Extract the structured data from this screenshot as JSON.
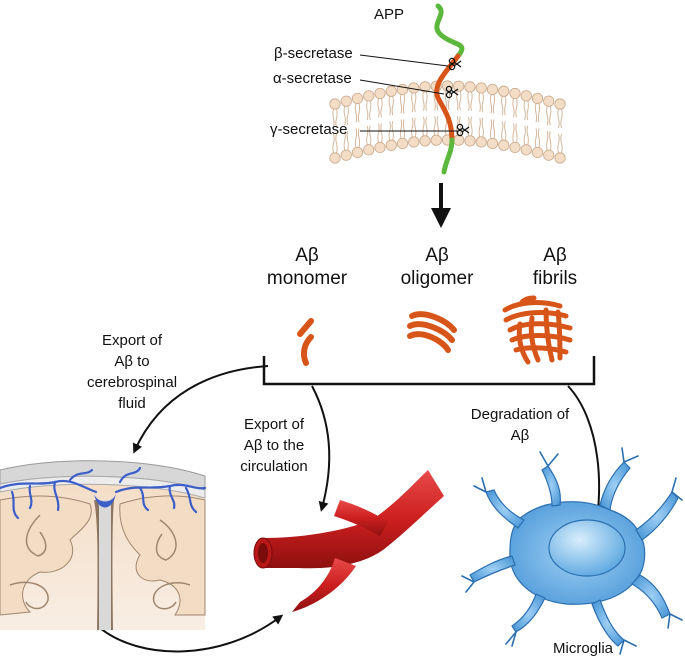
{
  "labels": {
    "app": "APP",
    "beta_secretase": "β-secretase",
    "alpha_secretase": "α-secretase",
    "gamma_secretase": "γ-secretase",
    "monomer_1": "Aβ",
    "monomer_2": "monomer",
    "oligomer_1": "Aβ",
    "oligomer_2": "oligomer",
    "fibrils_1": "Aβ",
    "fibrils_2": "fibrils",
    "csf_1": "Export of",
    "csf_2": "Aβ to",
    "csf_3": "cerebrospinal",
    "csf_4": "fluid",
    "circ_1": "Export of",
    "circ_2": "Aβ to the",
    "circ_3": "circulation",
    "deg_1": "Degradation of",
    "deg_2": "Aβ",
    "microglia": "Microglia"
  },
  "colors": {
    "app_green": "#5cb83c",
    "abeta_orange": "#d8551a",
    "vessel_red": "#d42a2a",
    "microglia_blue": "#5aa6e0",
    "csf_blue": "#3b5ec9",
    "membrane": "#f3ddc6"
  }
}
